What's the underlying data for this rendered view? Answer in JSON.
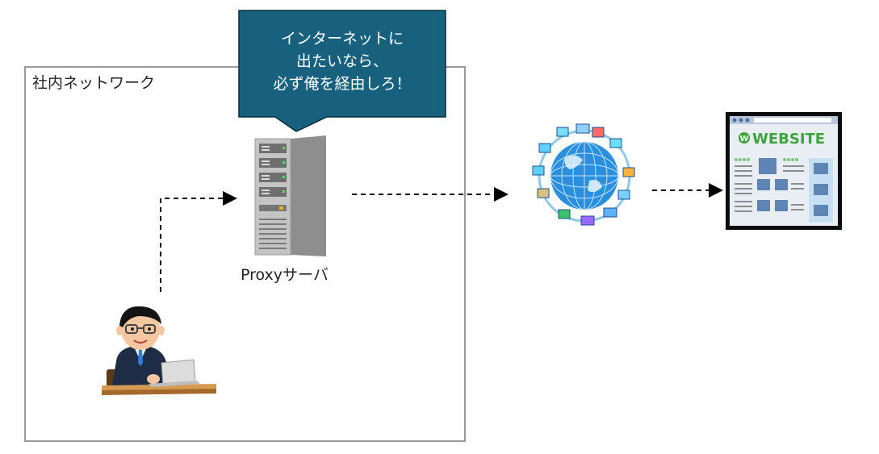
{
  "network": {
    "label": "社内ネットワーク"
  },
  "callout": {
    "lines": [
      "インターネットに",
      "出たいなら、",
      "必ず俺を経由しろ！"
    ]
  },
  "proxy": {
    "label": "Proxyサーバ"
  },
  "website": {
    "logo_text": "WEBSITE",
    "logo_letter": "W"
  },
  "colors": {
    "callout_bg": "#17607e",
    "frame": "#9a9a9a",
    "arrow": "#000000",
    "globe": "#2b8fe0"
  }
}
